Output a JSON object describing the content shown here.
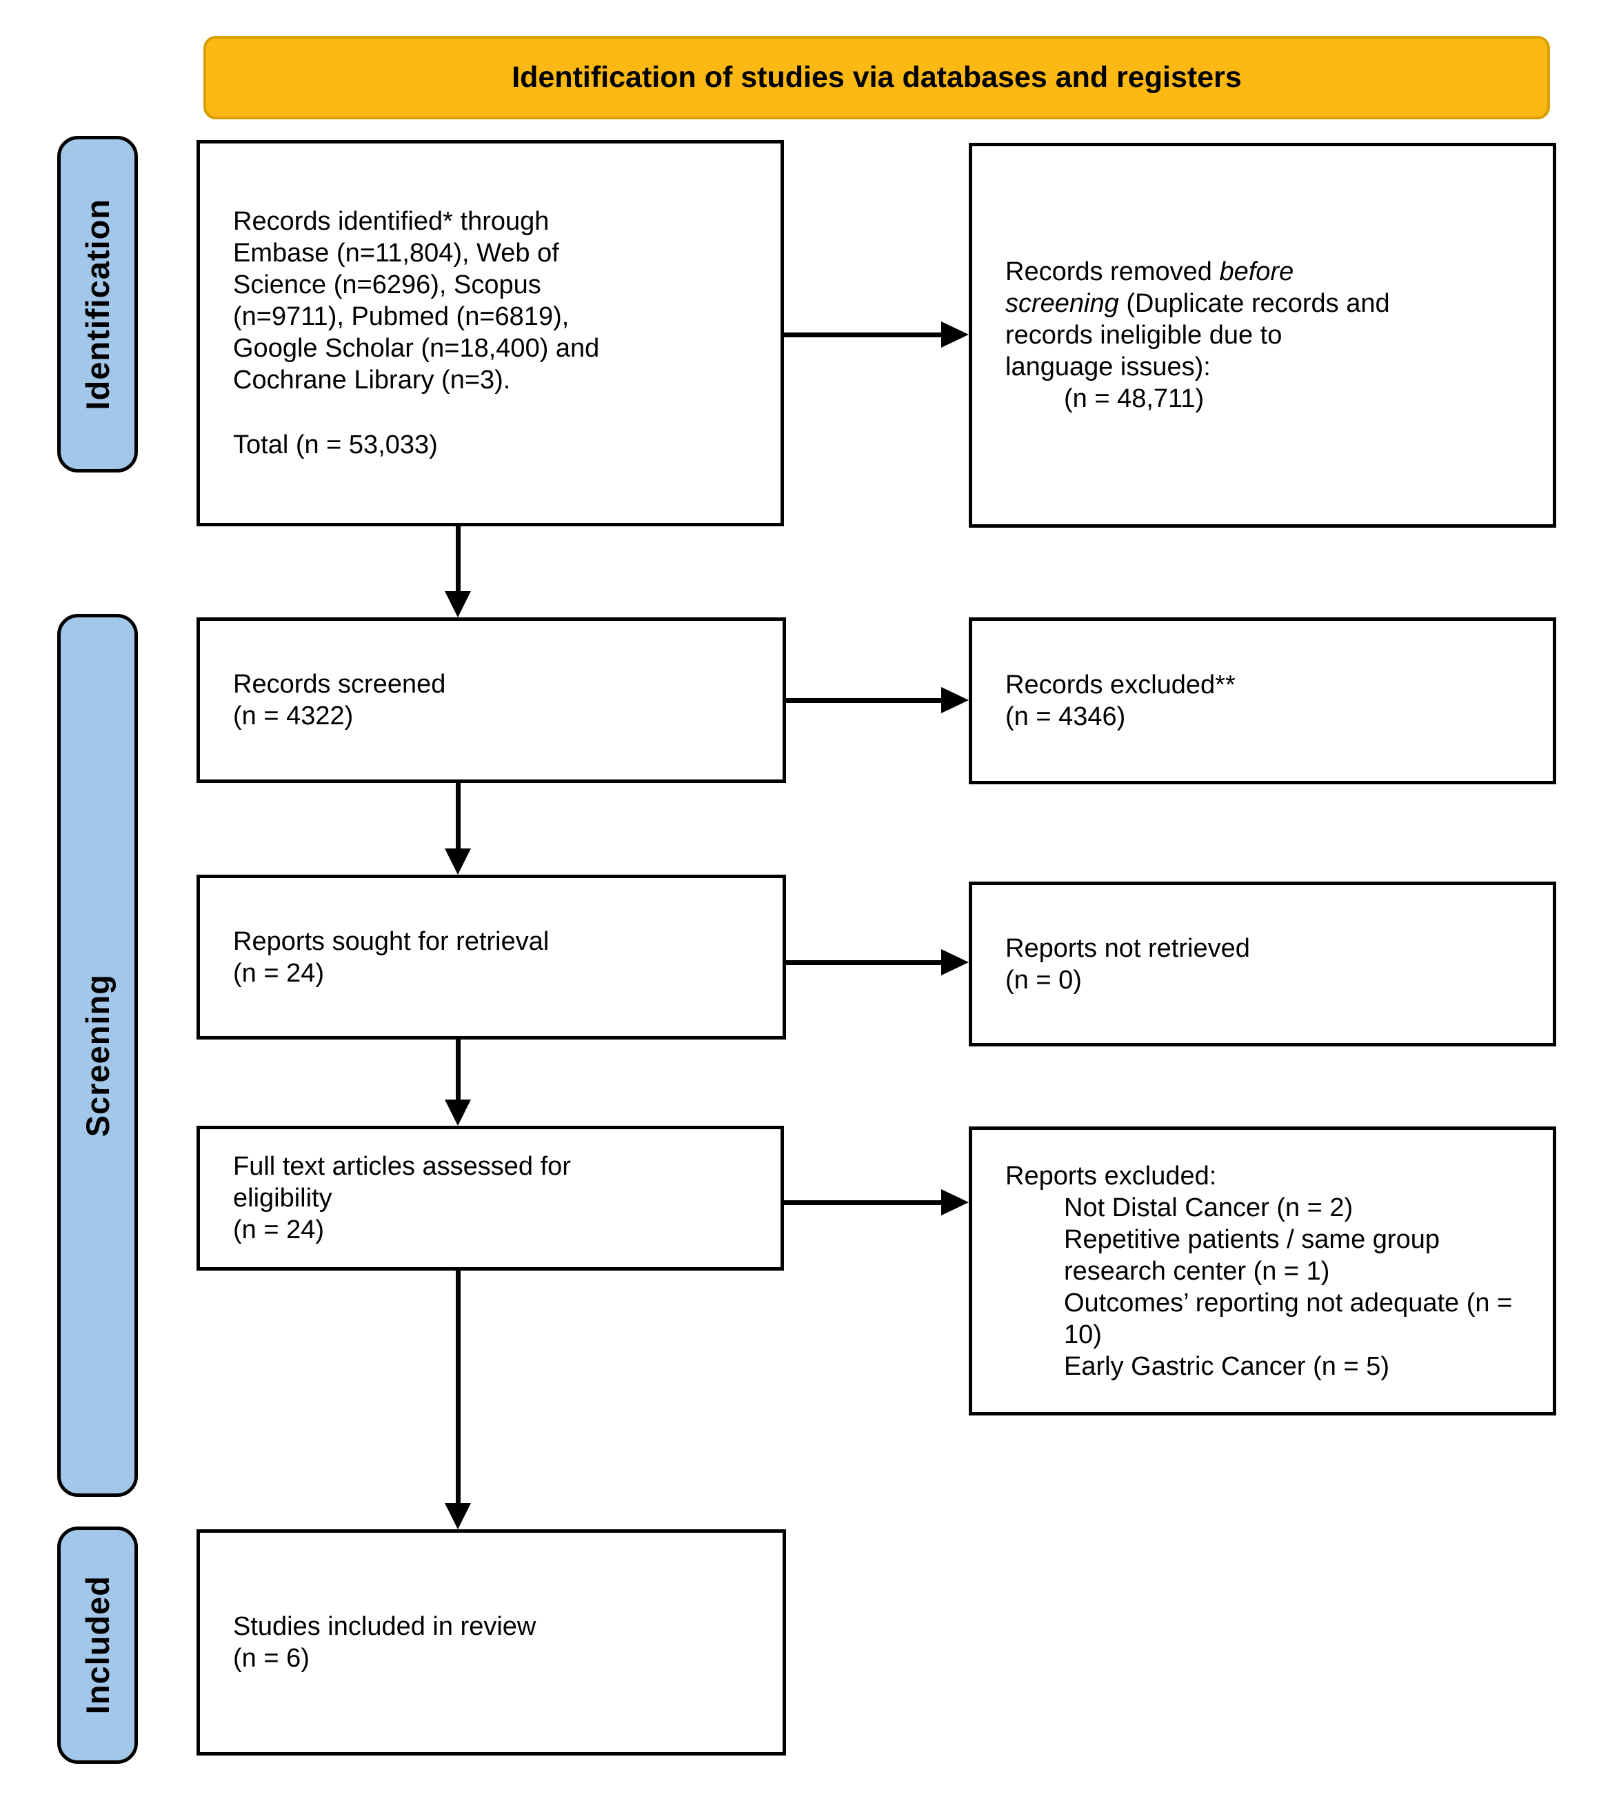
{
  "banner": {
    "title": "Identification of studies via databases and registers"
  },
  "stages": {
    "identification": "Identification",
    "screening": "Screening",
    "included": "Included"
  },
  "boxes": {
    "identified": {
      "lines": [
        "Records identified* through",
        "Embase (n=11,804), Web of",
        "Science (n=6296), Scopus",
        "(n=9711), Pubmed (n=6819),",
        "Google Scholar (n=18,400) and",
        "Cochrane Library (n=3)."
      ],
      "total": "Total (n = 53,033)"
    },
    "removed": {
      "l1_normal": "Records removed ",
      "l1_italic": "before",
      "l2_italic": "screening",
      "l2_normal": " (Duplicate records and",
      "l3": "records ineligible due to",
      "l4": "language issues):",
      "count": "(n = 48,711)"
    },
    "screened": {
      "title": "Records screened",
      "count": "(n = 4322)"
    },
    "records_excluded": {
      "title": "Records excluded**",
      "count": "(n = 4346)"
    },
    "sought": {
      "title": "Reports sought for retrieval",
      "count": "(n = 24)"
    },
    "not_retrieved": {
      "title": "Reports not retrieved",
      "count": "(n = 0)"
    },
    "fulltext": {
      "line1": "Full text articles assessed for",
      "line2": "eligibility",
      "count": "(n = 24)"
    },
    "reports_excluded": {
      "heading": "Reports excluded:",
      "items": [
        "Not Distal Cancer (n = 2)",
        "Repetitive patients / same group research center (n = 1)",
        "Outcomes’ reporting not adequate (n = 10)",
        "Early Gastric Cancer (n = 5)"
      ]
    },
    "included": {
      "title": "Studies included in review",
      "count": "(n = 6)"
    }
  },
  "colors": {
    "banner_fill": "#FDB913",
    "banner_border": "#D99E00",
    "stage_fill": "#A3C7E8",
    "line": "#000000"
  }
}
